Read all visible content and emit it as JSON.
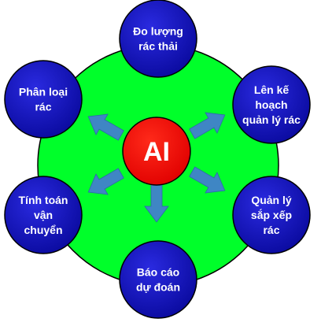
{
  "center": {
    "label": "AI"
  },
  "nodes": [
    {
      "id": "top",
      "lines": [
        "Đo lượng",
        "rác thải"
      ]
    },
    {
      "id": "upper-right",
      "lines": [
        "Lên kế",
        "hoạch",
        "quản lý rác"
      ]
    },
    {
      "id": "lower-right",
      "lines": [
        "Quản lý",
        "sắp xếp",
        "rác"
      ]
    },
    {
      "id": "bottom",
      "lines": [
        "Báo cáo",
        "dự đoán"
      ]
    },
    {
      "id": "lower-left",
      "lines": [
        "Tính toán",
        "vận",
        "chuyển"
      ]
    },
    {
      "id": "upper-left",
      "lines": [
        "Phân loại",
        "rác"
      ]
    }
  ],
  "colors": {
    "ring_fill": "#00ff2a",
    "center_fill": "#ff0000",
    "node_fill": "#1010b8",
    "arrow_fill": "#3f86c4",
    "outline": "#000000"
  }
}
